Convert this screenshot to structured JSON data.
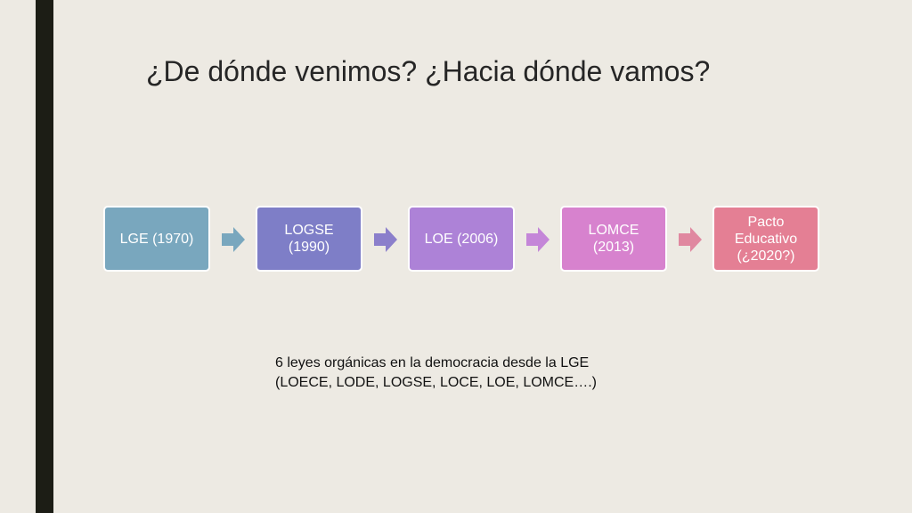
{
  "slide": {
    "title": "¿De dónde venimos? ¿Hacia dónde vamos?"
  },
  "flow": {
    "steps": [
      {
        "label": "LGE (1970)",
        "color": "#79a7be"
      },
      {
        "label": "LOGSE (1990)",
        "color": "#7e7ec7"
      },
      {
        "label": "LOE (2006)",
        "color": "#ad82d7"
      },
      {
        "label": "LOMCE (2013)",
        "color": "#d782ce"
      },
      {
        "label": "Pacto Educativo (¿2020?)",
        "color": "#e47f94"
      }
    ],
    "arrow_colors": [
      "#79a7be",
      "#8b7fcb",
      "#c486d8",
      "#e088a0"
    ]
  },
  "note": {
    "line1": "6 leyes orgánicas en la democracia desde la LGE",
    "line2": "(LOECE, LODE, LOGSE, LOCE, LOE, LOMCE….)"
  },
  "colors": {
    "background": "#edeae3",
    "accent_bar": "#1c1d15"
  }
}
